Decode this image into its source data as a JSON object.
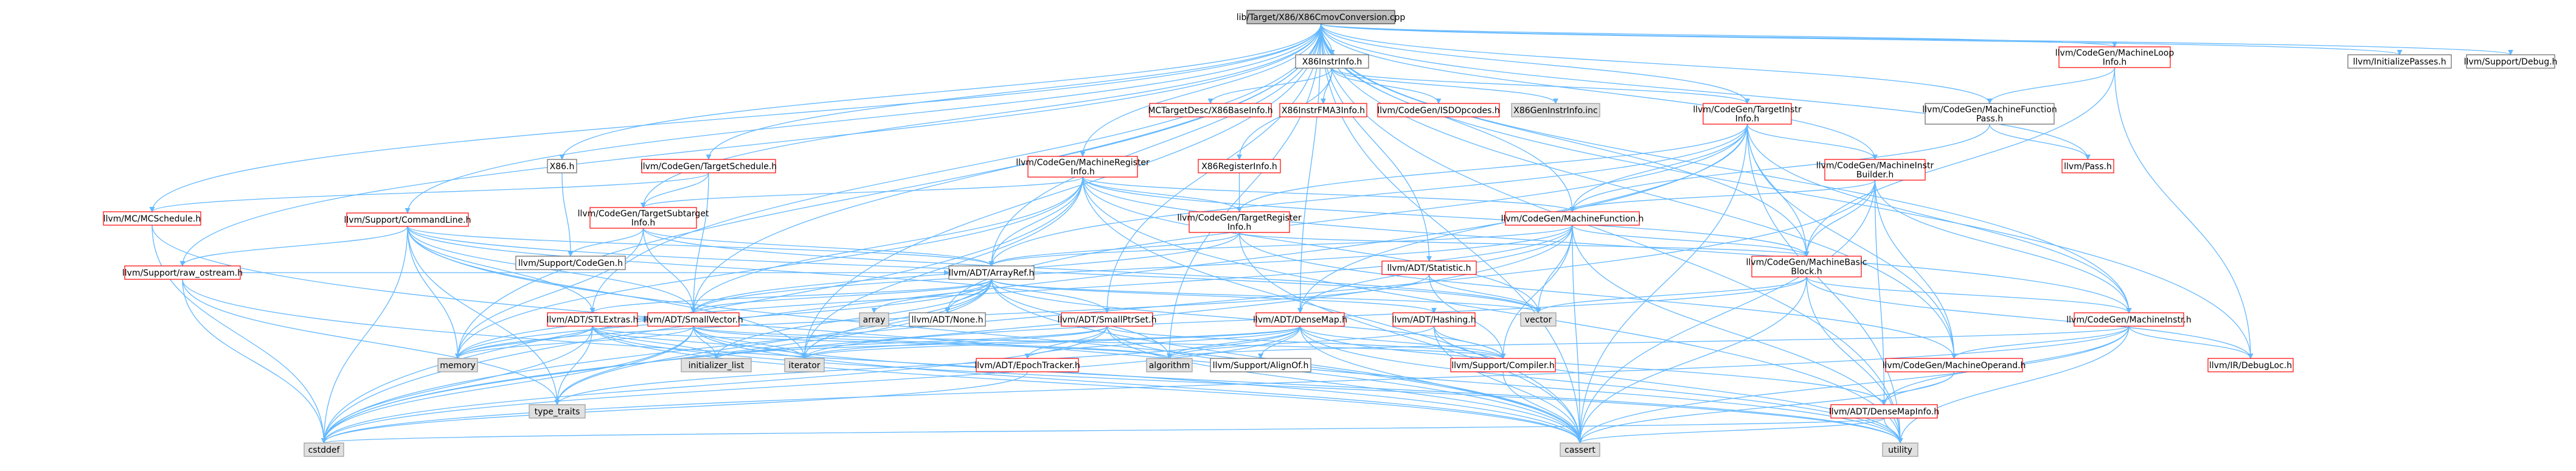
{
  "graph_title": "lib/Target/X86/X86CmovConversion.cpp",
  "colors": {
    "root_fill": "#bfbfbf",
    "root_stroke": "#404040",
    "red_stroke": "#ff0000",
    "white_fill": "#ffffff",
    "gray_fill": "#e0e0e0",
    "gray_stroke": "#999999",
    "black_stroke": "#666666",
    "edge": "#63b8ff"
  },
  "nodes": {
    "root": "lib/Target/X86/X86CmovConversion.cpp",
    "x86instrinfo": "X86InstrInfo.h",
    "x86h": "X86.h",
    "initpasses": "llvm/InitializePasses.h",
    "debug": "llvm/Support/Debug.h",
    "machineloop": "llvm/CodeGen/MachineLoop\nInfo.h",
    "mctargetdesc": "MCTargetDesc/X86BaseInfo.h",
    "x86fma3": "X86InstrFMA3Info.h",
    "isdopcodes": "llvm/CodeGen/ISDOpcodes.h",
    "x86geninstr": "X86GenInstrInfo.inc",
    "targetinstrinfo": "llvm/CodeGen/TargetInstr\nInfo.h",
    "machinefunctionpass": "llvm/CodeGen/MachineFunction\nPass.h",
    "pass": "llvm/Pass.h",
    "x86reginfo": "X86RegisterInfo.h",
    "targetschedule": "llvm/CodeGen/TargetSchedule.h",
    "machinereginfo": "llvm/CodeGen/MachineRegister\nInfo.h",
    "mcschedule": "llvm/MC/MCSchedule.h",
    "commandline": "llvm/Support/CommandLine.h",
    "targetsubtarget": "llvm/CodeGen/TargetSubtarget\nInfo.h",
    "targetreginfo": "llvm/CodeGen/TargetRegister\nInfo.h",
    "machineinstrbuilder": "llvm/CodeGen/MachineInstr\nBuilder.h",
    "machinefunction": "llvm/CodeGen/MachineFunction.h",
    "codegen": "llvm/Support/CodeGen.h",
    "statistic": "llvm/ADT/Statistic.h",
    "machinebasicblock": "llvm/CodeGen/MachineBasic\nBlock.h",
    "raw_ostream": "llvm/Support/raw_ostream.h",
    "arrayref": "llvm/ADT/ArrayRef.h",
    "array": "array",
    "none": "llvm/ADT/None.h",
    "smallptrset": "llvm/ADT/SmallPtrSet.h",
    "densemap": "llvm/ADT/DenseMap.h",
    "hashing": "llvm/ADT/Hashing.h",
    "vector": "vector",
    "machineinstr": "llvm/CodeGen/MachineInstr.h",
    "stlextras": "llvm/ADT/STLExtras.h",
    "smallvector": "llvm/ADT/SmallVector.h",
    "memory": "memory",
    "init_list": "initializer_list",
    "iterator": "iterator",
    "epoch": "llvm/ADT/EpochTracker.h",
    "algorithm": "algorithm",
    "alignof": "llvm/Support/AlignOf.h",
    "compiler": "llvm/Support/Compiler.h",
    "machineoperand": "llvm/CodeGen/MachineOperand.h",
    "debugloc": "llvm/IR/DebugLoc.h",
    "type_traits": "type_traits",
    "densemapinfo": "llvm/ADT/DenseMapInfo.h",
    "cstddef": "cstddef",
    "cassert": "cassert",
    "utility": "utility"
  }
}
